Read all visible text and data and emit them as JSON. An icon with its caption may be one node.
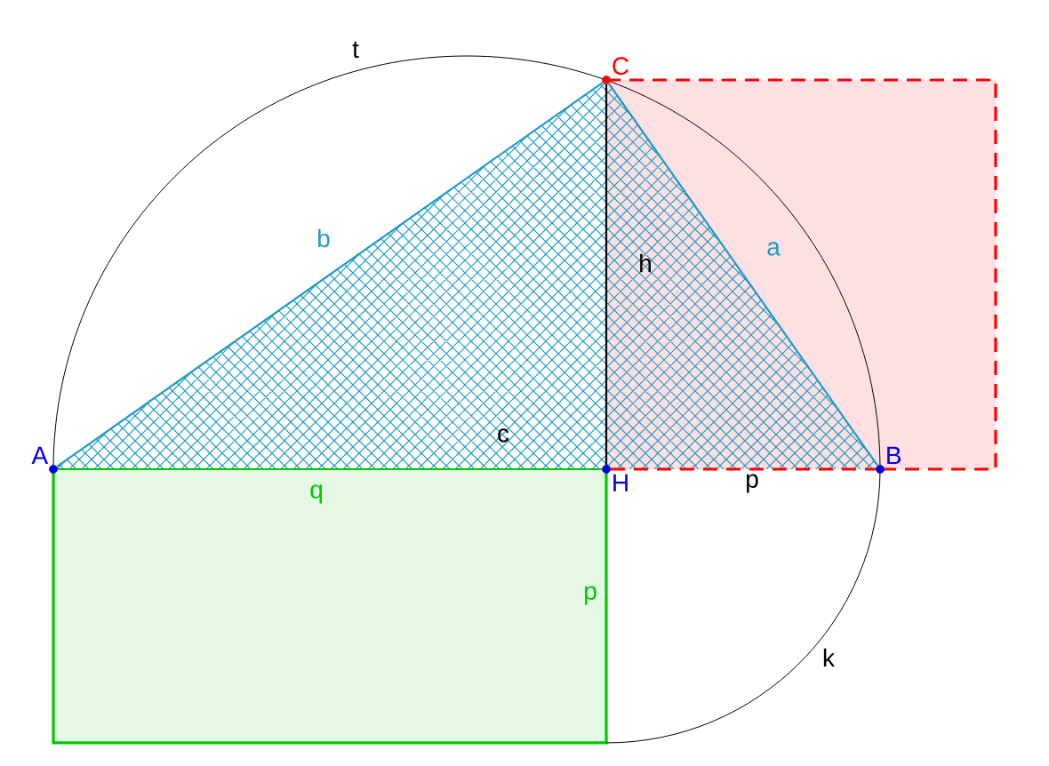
{
  "diagram": {
    "nodes": [
      {
        "text": [
          "A"
        ]
      },
      {
        "text": [
          "B"
        ]
      },
      {
        "text": [
          "C"
        ]
      },
      {
        "text": [
          "H"
        ]
      }
    ],
    "edges": [
      {
        "from": 0,
        "to": 2,
        "arrow": "none",
        "label": "b",
        "color": "#1e9bc8"
      },
      {
        "from": 2,
        "to": 1,
        "arrow": "none",
        "label": "a",
        "color": "#1e9bc8"
      },
      {
        "from": 2,
        "to": 3,
        "arrow": "none",
        "label": "h",
        "color": "#000000"
      },
      {
        "from": 0,
        "to": 3,
        "arrow": "none",
        "label": "q",
        "color": "#00c800"
      },
      {
        "from": 3,
        "to": 1,
        "arrow": "none",
        "label": "p",
        "color": "#ff0000",
        "style": "dashed"
      }
    ],
    "labels": [
      "t",
      "c",
      "p",
      "k"
    ]
  }
}
